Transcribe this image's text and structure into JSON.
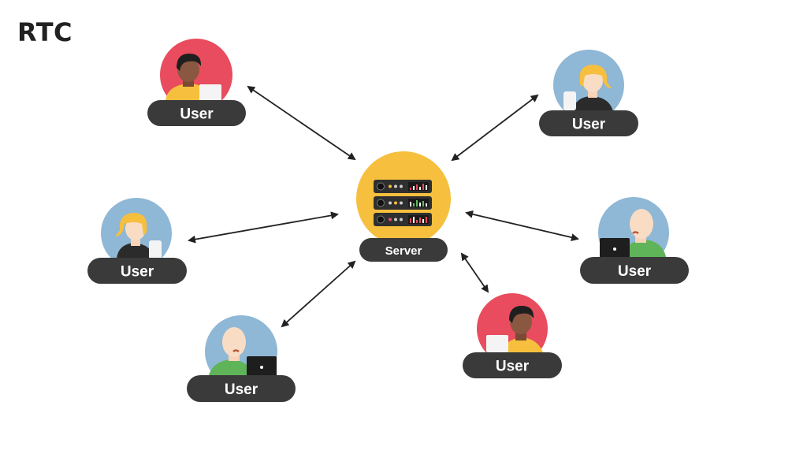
{
  "title": "RTC",
  "server": {
    "label": "Server"
  },
  "users": [
    {
      "label": "User"
    },
    {
      "label": "User"
    },
    {
      "label": "User"
    },
    {
      "label": "User"
    },
    {
      "label": "User"
    },
    {
      "label": "User"
    }
  ],
  "colors": {
    "pill": "#3a3a3a",
    "red_bg": "#e84c5e",
    "blue_bg": "#8fb7d6",
    "server_bg": "#f6bf3e",
    "arrow": "#222222"
  }
}
